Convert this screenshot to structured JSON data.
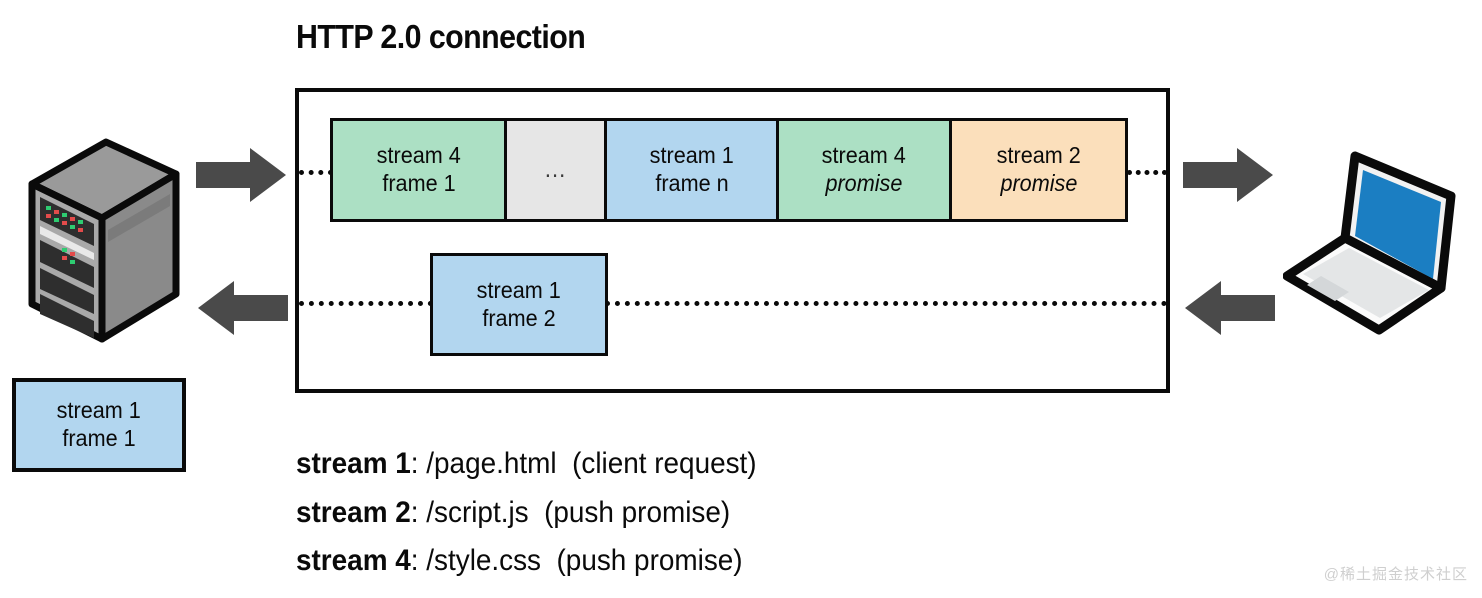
{
  "figure": {
    "title": "HTTP 2.0 connection",
    "watermark": "@稀土掘金技术社区"
  },
  "colors": {
    "stream_green": "#ace0c4",
    "stream_blue": "#b2d6ef",
    "stream_orange": "#fbdfbb",
    "placeholder_gray": "#e6e6e6",
    "outline": "#0a0a0a",
    "arrow": "#4a4a4a",
    "laptop_screen": "#1b7ec2",
    "server_body": "#8f8f8f"
  },
  "endpoints": {
    "left": {
      "name": "server",
      "icon": "server-tower-icon"
    },
    "right": {
      "name": "client",
      "icon": "laptop-icon"
    }
  },
  "arrows": [
    {
      "name": "server-to-connection",
      "direction": "right"
    },
    {
      "name": "connection-to-server",
      "direction": "left"
    },
    {
      "name": "connection-to-client",
      "direction": "right"
    },
    {
      "name": "client-to-connection",
      "direction": "left"
    }
  ],
  "frame_row_top": [
    {
      "line1": "stream 4",
      "line2": "frame 1",
      "color": "green",
      "italic2": false,
      "width": 174
    },
    {
      "line1": "",
      "line2": "…",
      "color": "gray",
      "italic2": false,
      "width": 100,
      "ellipsis": true
    },
    {
      "line1": "stream 1",
      "line2": "frame n",
      "color": "blue",
      "italic2": false,
      "width": 172
    },
    {
      "line1": "stream 4",
      "line2": "promise",
      "color": "green",
      "italic2": true,
      "width": 173
    },
    {
      "line1": "stream 2",
      "line2": "promise",
      "color": "orange",
      "italic2": true,
      "width": 173
    }
  ],
  "frame_row_bottom": {
    "line1": "stream 1",
    "line2": "frame 2",
    "color": "blue"
  },
  "left_standalone_frame": {
    "line1": "stream 1",
    "line2": "frame 1",
    "color": "blue"
  },
  "legend": [
    {
      "stream": "stream 1",
      "sep": ": ",
      "path": "/page.html",
      "note": "(client request)"
    },
    {
      "stream": "stream 2",
      "sep": ": ",
      "path": "/script.js",
      "note": "(push promise)"
    },
    {
      "stream": "stream 4",
      "sep": ": ",
      "path": "/style.css",
      "note": "(push promise)"
    }
  ]
}
